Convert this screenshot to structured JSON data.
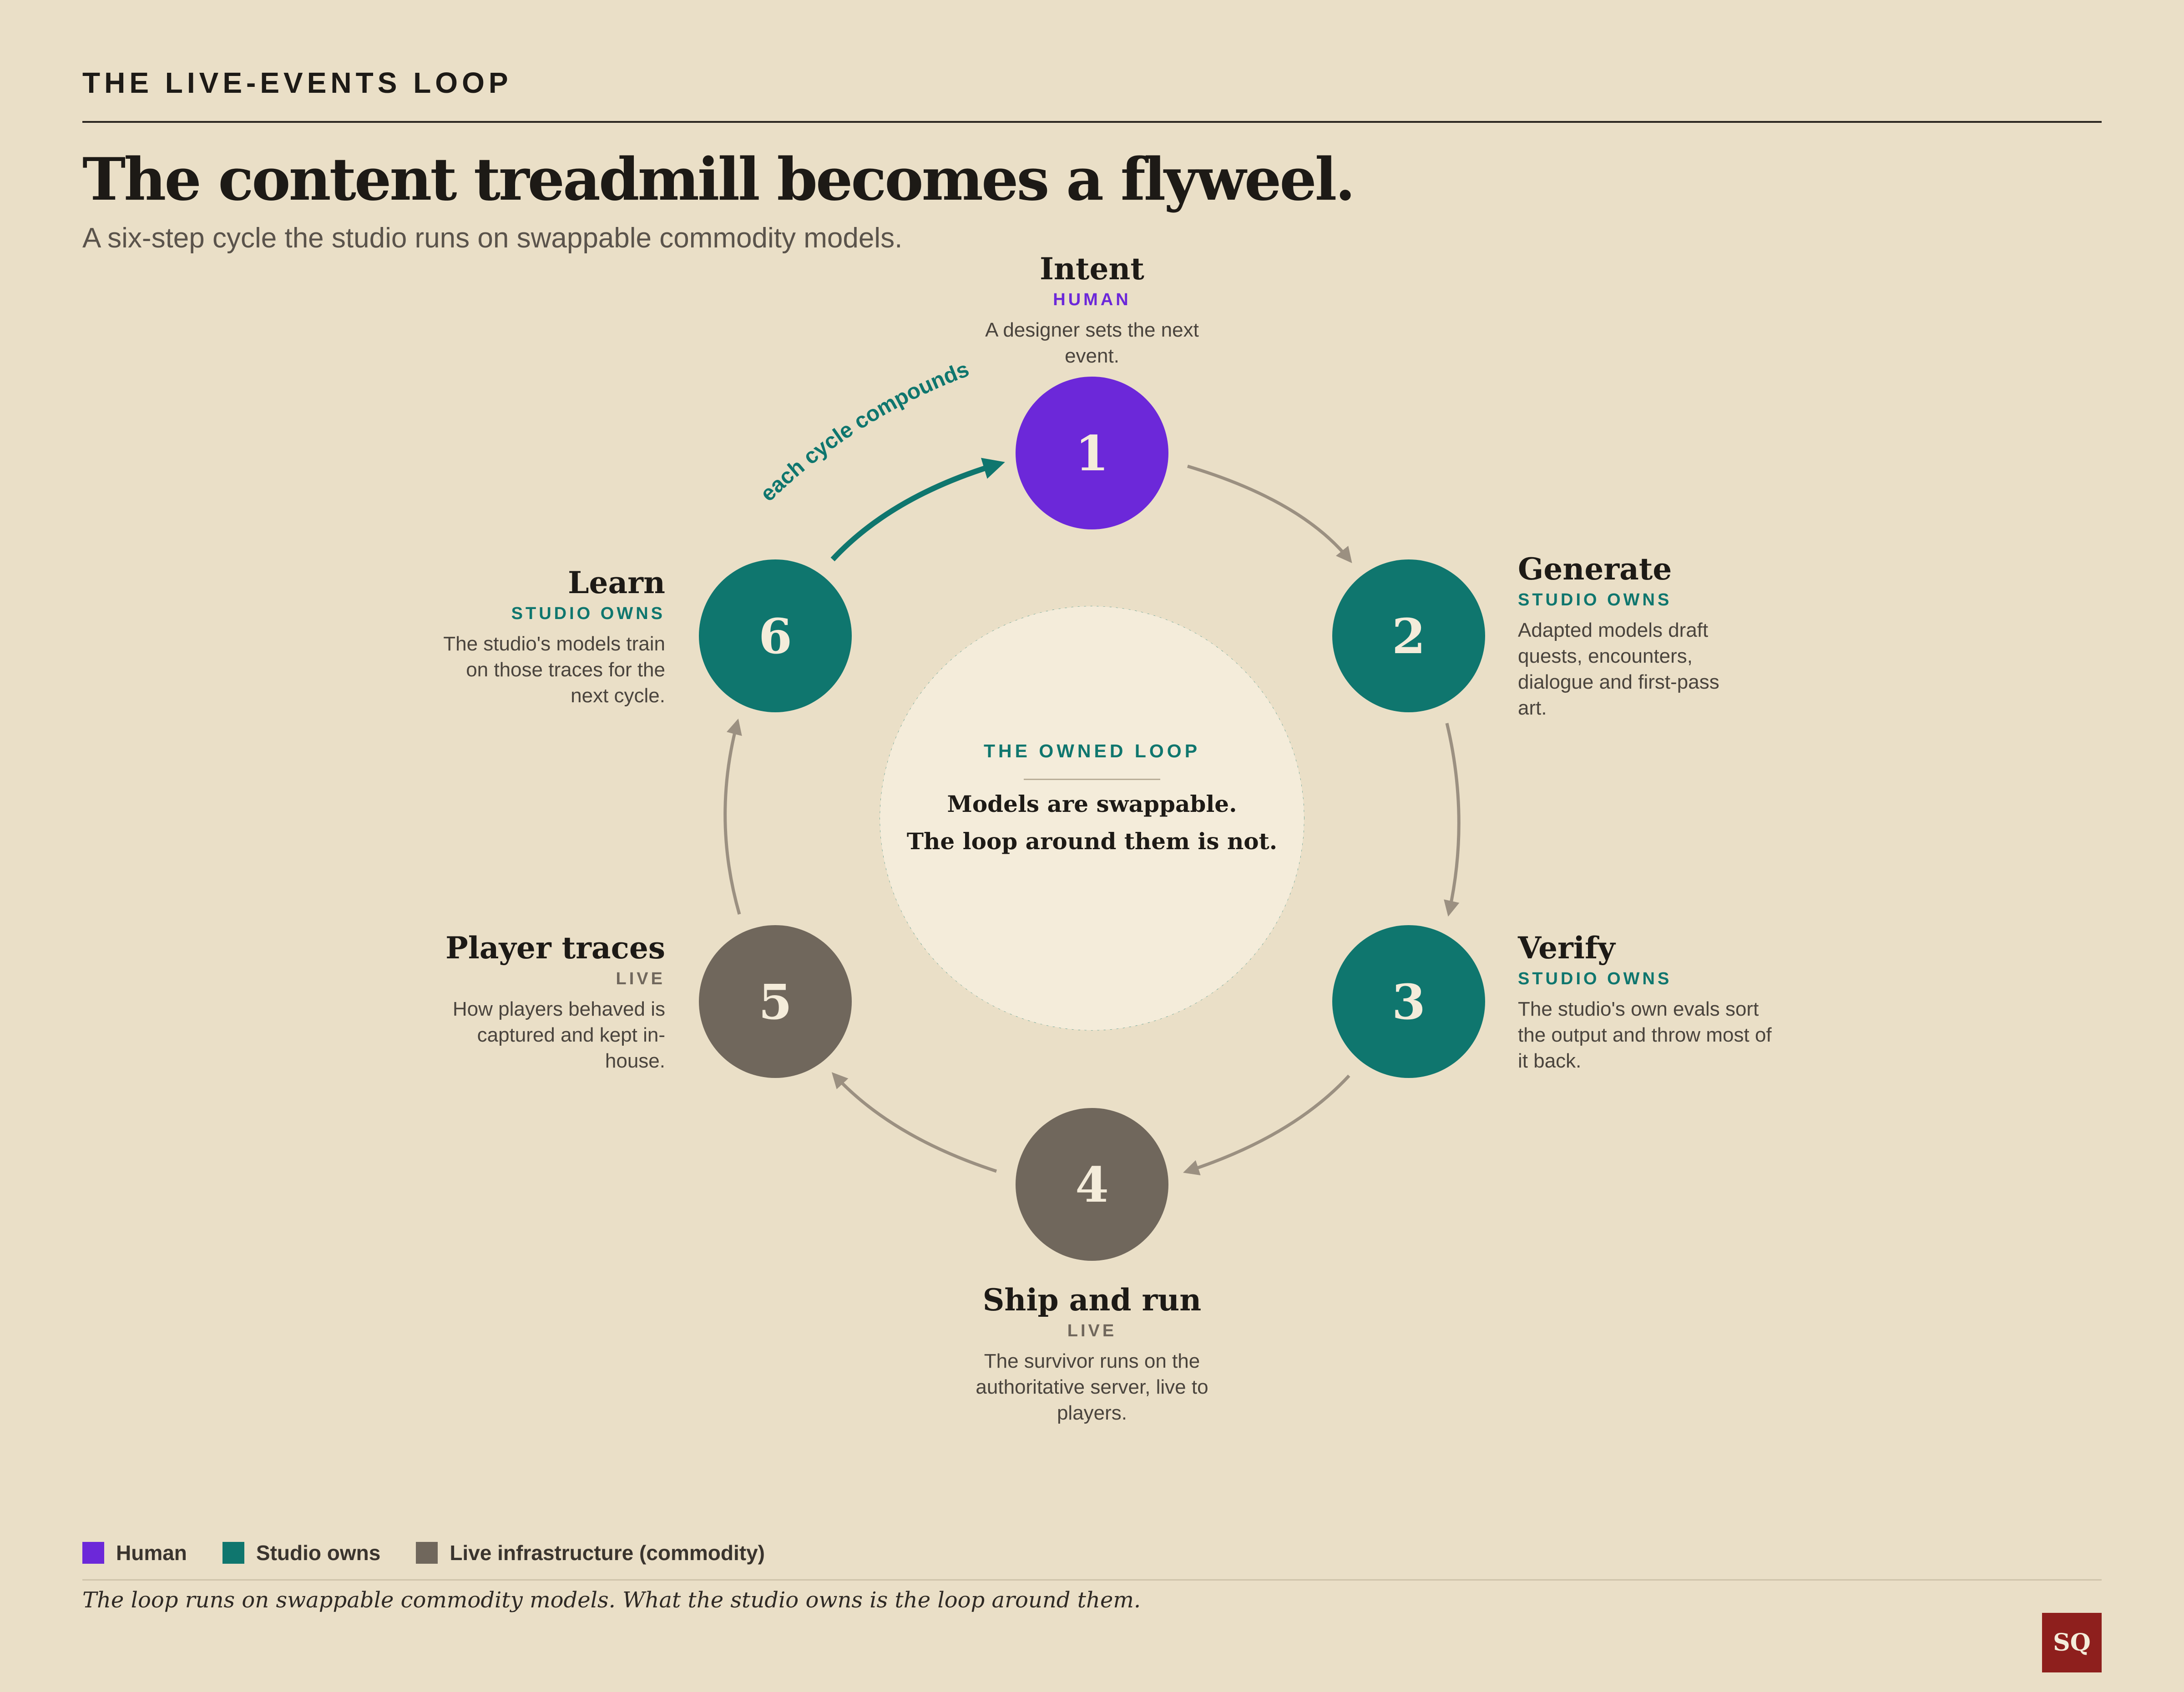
{
  "header": {
    "kicker": "THE LIVE-EVENTS LOOP",
    "title": "The content treadmill becomes a flyweel.",
    "subtitle": "A six-step cycle the studio runs on swappable commodity models."
  },
  "colors": {
    "human": "#6c28d9",
    "studio_owns": "#0f766e",
    "live": "#70675c",
    "background": "#eadfc7",
    "badge": "#8e1f1d"
  },
  "steps": [
    {
      "number": "1",
      "title": "Intent",
      "tag": "HUMAN",
      "category": "human",
      "description": "A designer sets the next event."
    },
    {
      "number": "2",
      "title": "Generate",
      "tag": "STUDIO OWNS",
      "category": "studio",
      "description": "Adapted models draft quests, encounters, dialogue and first-pass art."
    },
    {
      "number": "3",
      "title": "Verify",
      "tag": "STUDIO OWNS",
      "category": "studio",
      "description": "The studio's own evals sort the output and throw most of it back."
    },
    {
      "number": "4",
      "title": "Ship and run",
      "tag": "LIVE",
      "category": "live",
      "description": "The survivor runs on the authoritative server, live to players."
    },
    {
      "number": "5",
      "title": "Player traces",
      "tag": "LIVE",
      "category": "live",
      "description": "How players behaved is captured and kept in-house."
    },
    {
      "number": "6",
      "title": "Learn",
      "tag": "STUDIO OWNS",
      "category": "studio",
      "description": "The studio's models train on those traces for the next cycle."
    }
  ],
  "compound_label": "each cycle compounds",
  "hub": {
    "kicker": "THE OWNED LOOP",
    "line1": "Models are swappable.",
    "line2": "The loop around them is not."
  },
  "legend": [
    {
      "label": "Human",
      "color": "#6c28d9"
    },
    {
      "label": "Studio owns",
      "color": "#0f766e"
    },
    {
      "label": "Live infrastructure (commodity)",
      "color": "#70675c"
    }
  ],
  "footnote": "The loop runs on swappable commodity models. What the studio owns is the loop around them.",
  "badge": "SQ"
}
